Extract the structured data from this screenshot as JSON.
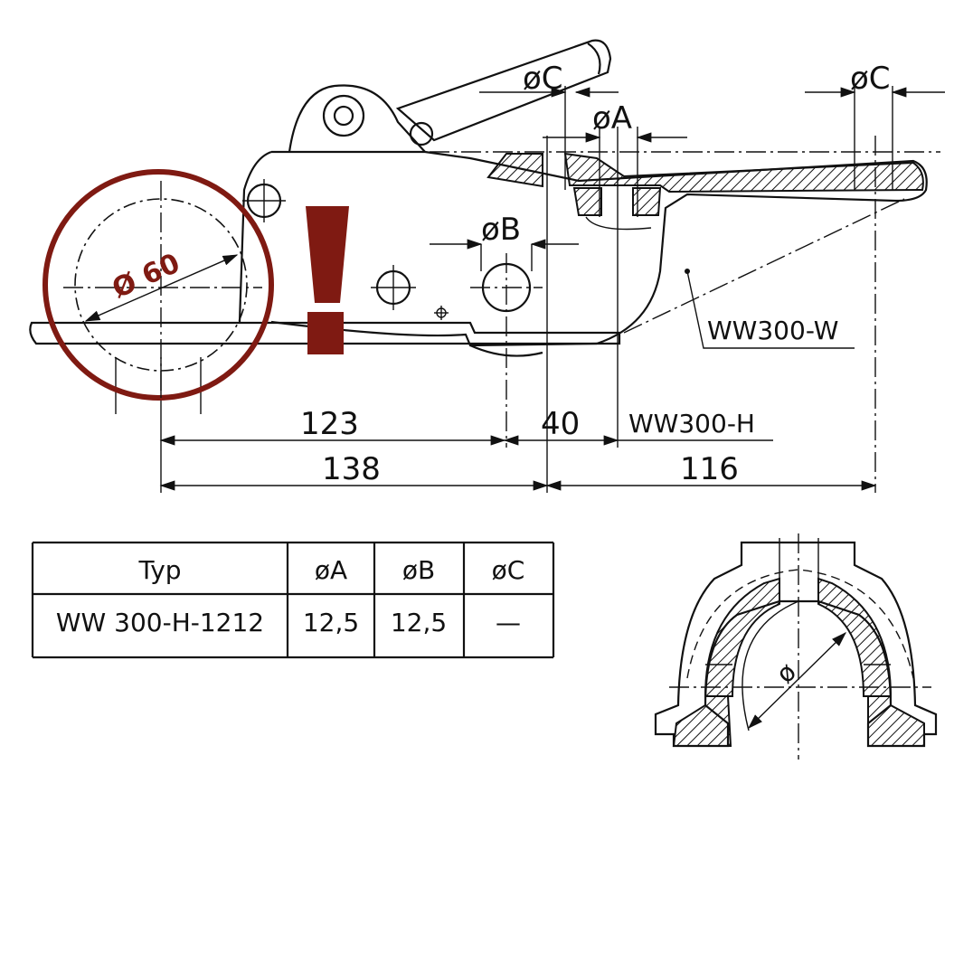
{
  "drawing": {
    "labels": {
      "dia_c_left": "øC",
      "dia_c_right": "øC",
      "dia_a": "øA",
      "dia_b": "øB",
      "dia_60": "Ø 60",
      "ww300_w": "WW300-W",
      "ww300_h": "WW300-H",
      "section_dia": "ø"
    },
    "dimensions": {
      "d123": "123",
      "d40": "40",
      "d138": "138",
      "d116": "116"
    },
    "highlight_color": "#7f1a12"
  },
  "table": {
    "headers": [
      "Typ",
      "øA",
      "øB",
      "øC"
    ],
    "rows": [
      [
        "WW 300-H-1212",
        "12,5",
        "12,5",
        "—"
      ]
    ]
  }
}
